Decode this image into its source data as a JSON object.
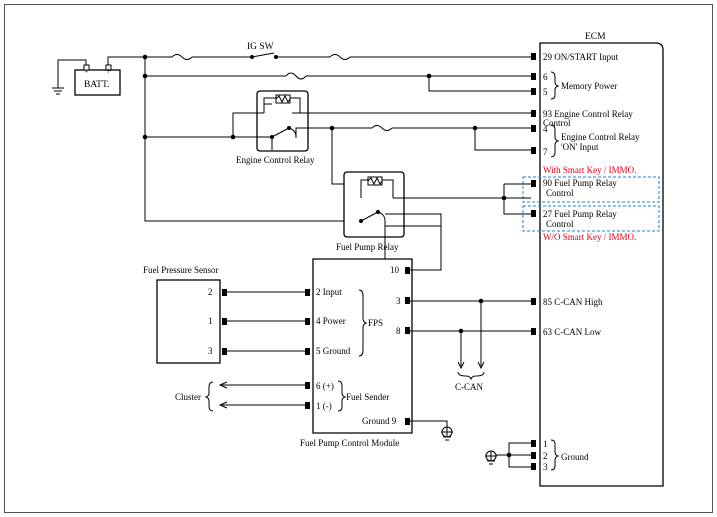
{
  "ecm": {
    "title": "ECM",
    "pins": {
      "on_start": "29 ON/START Input",
      "mem6": "6",
      "mem5": "5",
      "memory_power": "Memory Power",
      "ecr93_line1": "93 Engine Control Relay",
      "ecr93_line2": "Control",
      "on4": "4",
      "on7": "7",
      "on_input_line1": "Engine Control Relay",
      "on_input_line2": "'ON' Input",
      "fpr90_line1": "90 Fuel Pump Relay",
      "fpr90_line2": "Control",
      "fpr27_line1": "27 Fuel Pump Relay",
      "fpr27_line2": "Control",
      "ccan_high": "85 C-CAN High",
      "ccan_low": "63 C-CAN Low",
      "g1": "1",
      "g2": "2",
      "g3": "3",
      "ground": "Ground"
    },
    "with_smart_key": "With Smart Key / IMMO.",
    "wo_smart_key": "W/O Smart Key / IMMO."
  },
  "battery": {
    "label": "BATT.",
    "neg": "-",
    "pos": "+"
  },
  "ig_sw": "IG SW",
  "engine_control_relay": "Engine Control Relay",
  "fuel_pump_relay": "Fuel Pump Relay",
  "fuel_pressure_sensor": {
    "title": "Fuel Pressure Sensor",
    "pins": [
      "2",
      "1",
      "3"
    ]
  },
  "fpcm": {
    "title": "Fuel Pump Control Module",
    "pin10": "10",
    "pin3": "3",
    "pin8": "8",
    "input": "2 Input",
    "power": "4 Power",
    "ground5": "5 Ground",
    "fps": "FPS",
    "sender_pos": "6 (+)",
    "sender_neg": "1 (-)",
    "fuel_sender": "Fuel Sender",
    "ground9": "Ground  9"
  },
  "cluster": "Cluster",
  "ccan": "C-CAN"
}
